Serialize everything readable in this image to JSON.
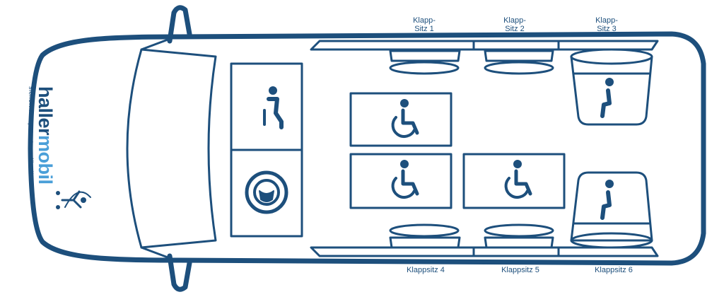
{
  "brand": {
    "name_part1": "haller",
    "name_part2": "mobil",
    "tagline": "sicher. kompetent. verlässlich.",
    "colors": {
      "primary": "#1d4f7c",
      "accent": "#4a9fd8"
    }
  },
  "seats": {
    "top": [
      {
        "label_line1": "Klapp-",
        "label_line2": "Sitz 1"
      },
      {
        "label_line1": "Klapp-",
        "label_line2": "Sitz 2"
      },
      {
        "label_line1": "Klapp-",
        "label_line2": "Sitz 3"
      }
    ],
    "bottom": [
      {
        "label": "Klappsitz 4"
      },
      {
        "label": "Klappsitz 5"
      },
      {
        "label": "Klappsitz 6"
      }
    ]
  },
  "icons": [
    "seated-person-icon",
    "steering-wheel-icon",
    "wheelchair-icon",
    "mascot-icon"
  ]
}
